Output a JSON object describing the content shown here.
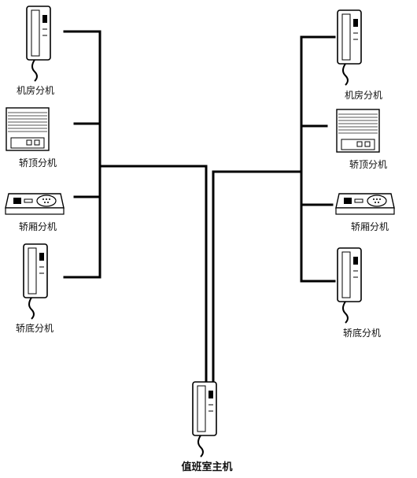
{
  "title": "",
  "left_group": {
    "machine_room": "机房分机",
    "car_top": "轿顶分机",
    "car_cabin": "轿厢分机",
    "car_bottom": "轿底分机"
  },
  "right_group": {
    "machine_room": "机房分机",
    "car_top": "轿顶分机",
    "car_cabin": "轿厢分机",
    "car_bottom": "轿底分机"
  },
  "master": {
    "label": "值班室主机"
  },
  "icons": {
    "handset": "intercom-handset-icon",
    "car_top": "car-top-speaker-icon",
    "car_cabin": "car-cabin-speaker-icon"
  }
}
